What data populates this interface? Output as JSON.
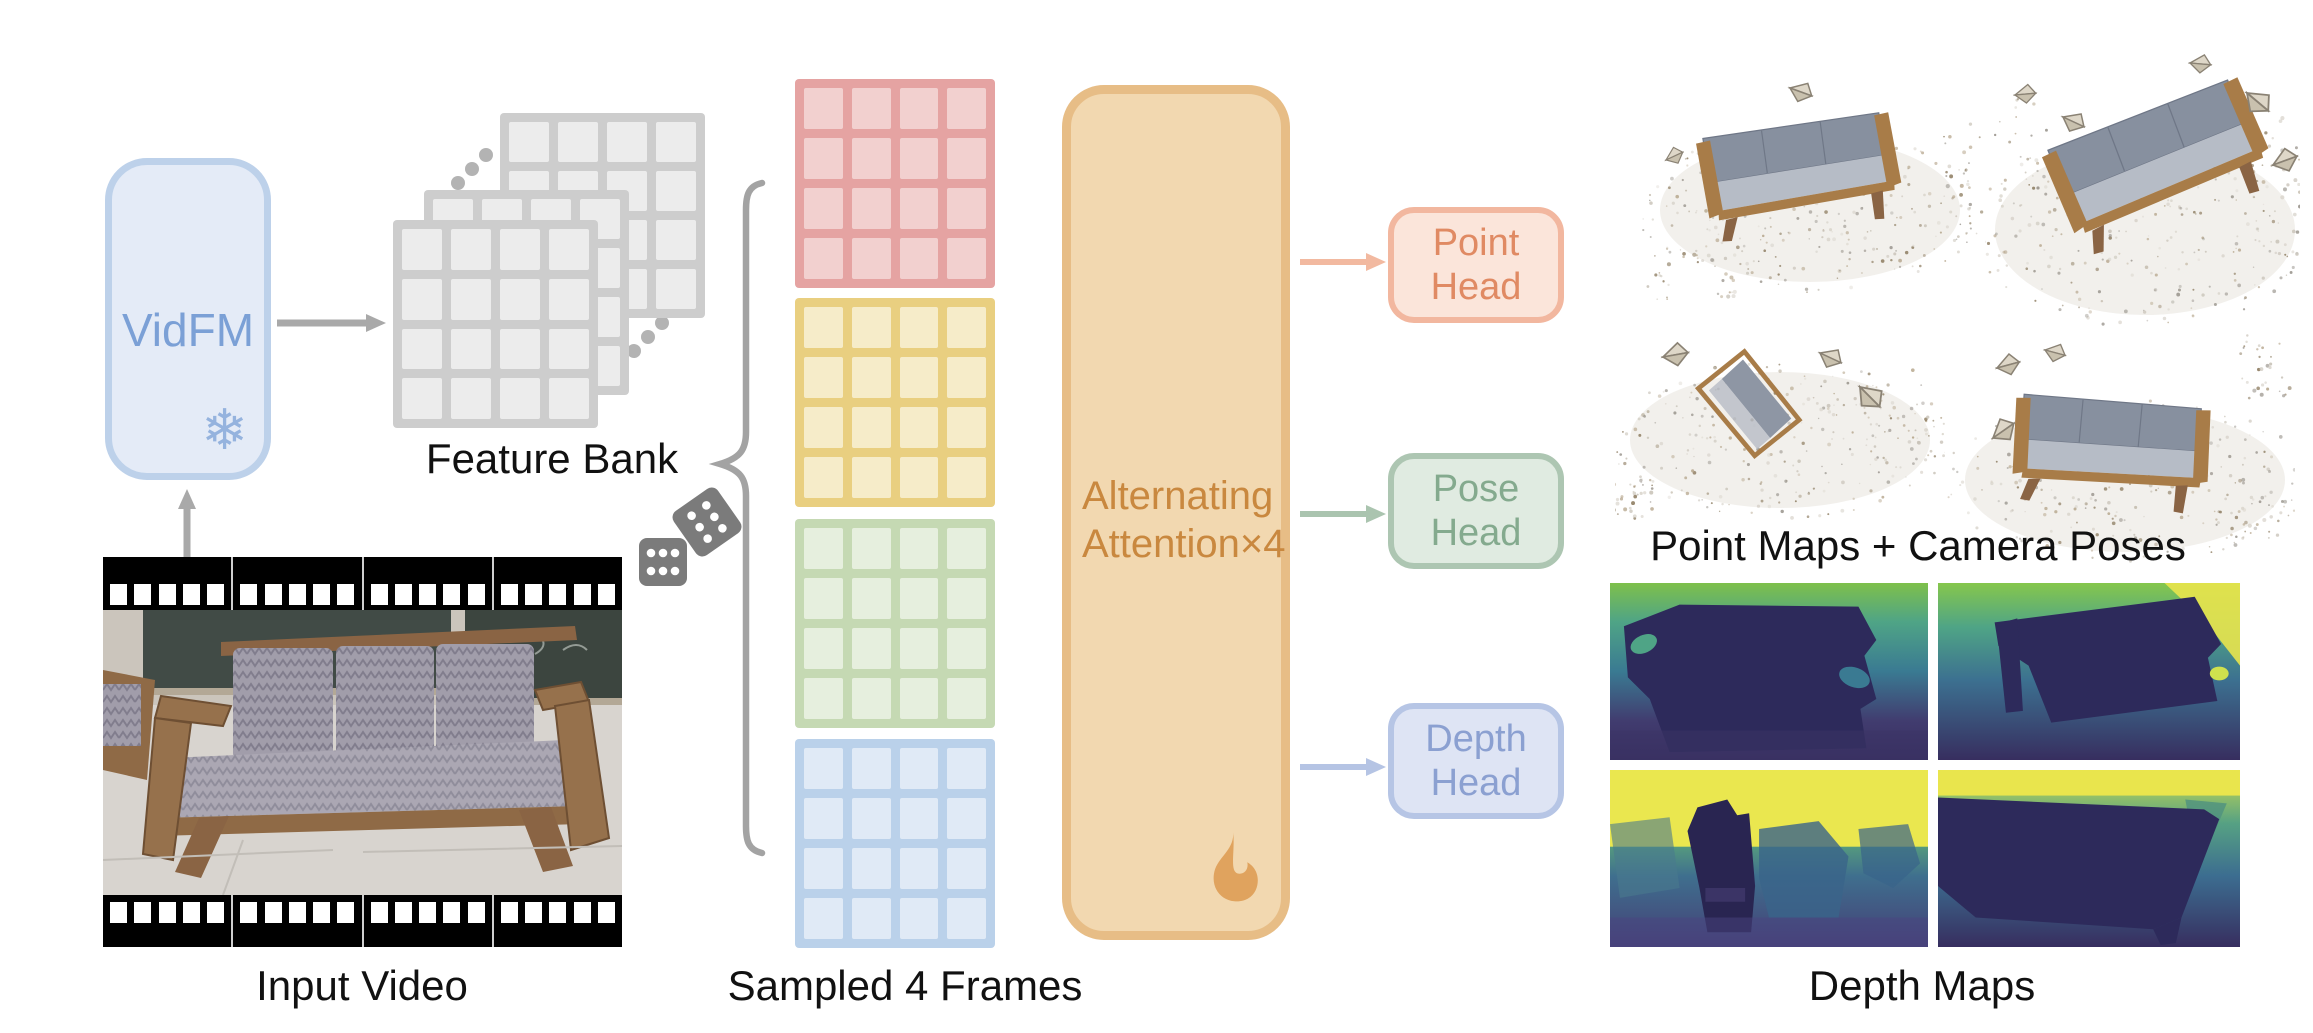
{
  "labels": {
    "input_video": "Input Video",
    "feature_bank": "Feature Bank",
    "sampled_frames": "Sampled 4 Frames",
    "point_maps": "Point Maps + Camera Poses",
    "depth_maps": "Depth Maps"
  },
  "vidfm": {
    "label": "VidFM",
    "snowflake_glyph": "❄"
  },
  "attention": {
    "line1": "Alternating",
    "line2": "Attention×4"
  },
  "heads": [
    {
      "id": "point",
      "line1": "Point",
      "line2": "Head"
    },
    {
      "id": "pose",
      "line1": "Pose",
      "line2": "Head"
    },
    {
      "id": "depth",
      "line1": "Depth",
      "line2": "Head"
    }
  ],
  "icons": {
    "snowflake": "frozen-module",
    "flame": "trainable-module",
    "dice": "random-sampling"
  },
  "colors": {
    "label_text": "#111111",
    "arrow_gray": "#a9a9a9",
    "brace": "#a3a3a3",
    "dice": "#7b7b7b",
    "bank_border": "#cdcdcd",
    "bank_cell": "#ececec",
    "frame_red_border": "#e5a3a2",
    "frame_red_cell": "#f2d0cf",
    "frame_yellow_border": "#e9cf80",
    "frame_yellow_cell": "#f6ecc9",
    "frame_green_border": "#c5d9b3",
    "frame_green_cell": "#e6efde",
    "frame_blue_border": "#bad1ea",
    "frame_blue_cell": "#e0eaf6",
    "vidfm_fill": "#e4ebf7",
    "vidfm_border": "#bdd1ea",
    "vidfm_text": "#7ba0d6",
    "attention_fill": "#f2d8b0",
    "attention_border": "#e7bd86",
    "attention_text": "#c9883f",
    "flame": "#e0a35e",
    "point_fill": "#fbe5da",
    "point_border": "#f2b79f",
    "point_text": "#e08a63",
    "point_arrow": "#f2b9a0",
    "pose_fill": "#e0ebe1",
    "pose_border": "#adc6b2",
    "pose_text": "#84aa8e",
    "pose_arrow": "#aac4af",
    "depth_fill": "#dee4f4",
    "depth_border": "#b6c5e5",
    "depth_text": "#8ba0d1",
    "depth_arrow": "#b5c4e4"
  }
}
